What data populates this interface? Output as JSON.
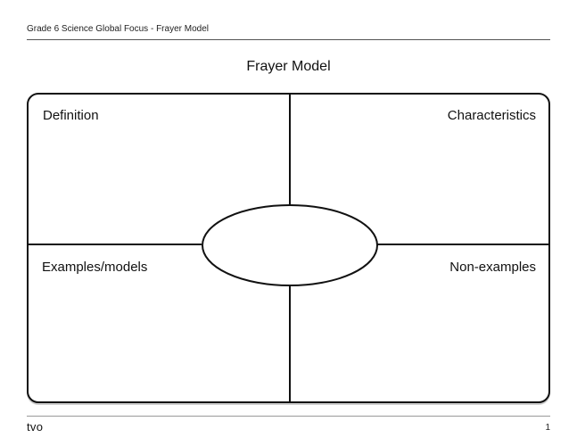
{
  "header": {
    "text": "Grade 6 Science Global Focus - Frayer Model"
  },
  "title": "Frayer Model",
  "quadrants": {
    "top_left": "Definition",
    "top_right": "Characteristics",
    "bottom_left": "Examples/models",
    "bottom_right": "Non-examples"
  },
  "footer": {
    "logo": "tvo",
    "page_number": "1"
  }
}
